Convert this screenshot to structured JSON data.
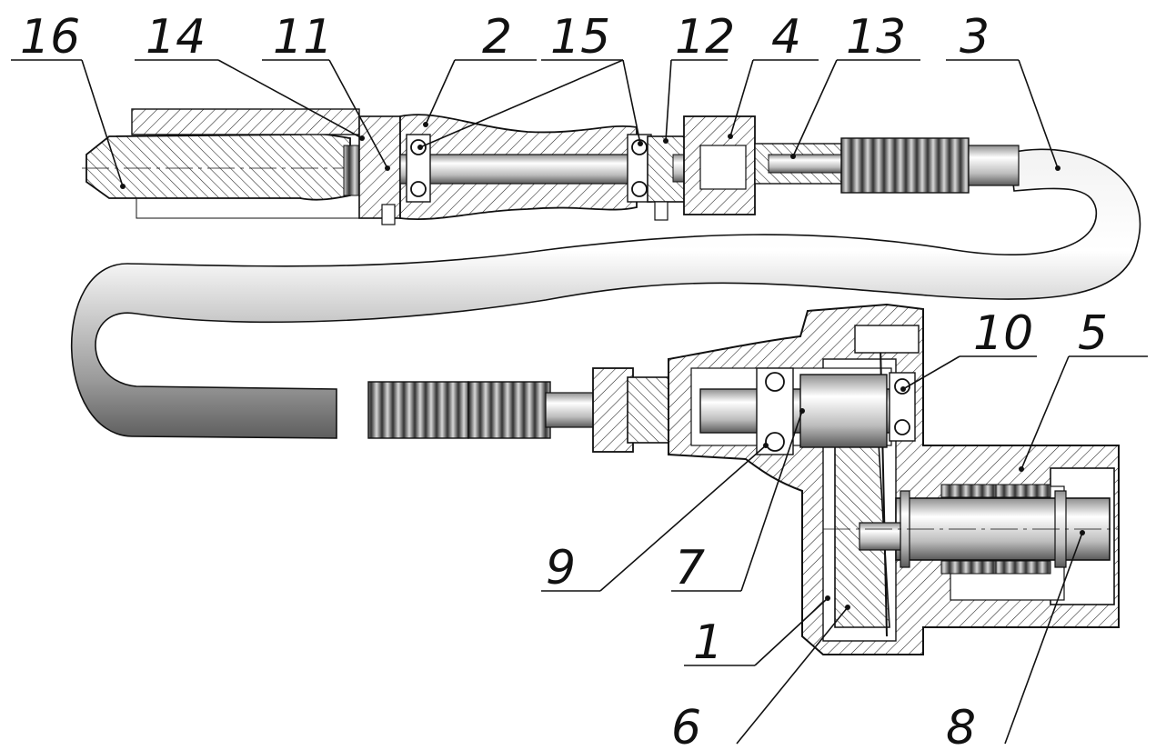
{
  "callouts": [
    {
      "id": "16",
      "label": "16"
    },
    {
      "id": "14",
      "label": "14"
    },
    {
      "id": "11",
      "label": "11"
    },
    {
      "id": "2",
      "label": "2"
    },
    {
      "id": "15",
      "label": "15"
    },
    {
      "id": "12",
      "label": "12"
    },
    {
      "id": "4",
      "label": "4"
    },
    {
      "id": "13",
      "label": "13"
    },
    {
      "id": "3",
      "label": "3"
    },
    {
      "id": "10",
      "label": "10"
    },
    {
      "id": "5",
      "label": "5"
    },
    {
      "id": "9",
      "label": "9"
    },
    {
      "id": "7",
      "label": "7"
    },
    {
      "id": "1",
      "label": "1"
    },
    {
      "id": "6",
      "label": "6"
    },
    {
      "id": "8",
      "label": "8"
    }
  ]
}
